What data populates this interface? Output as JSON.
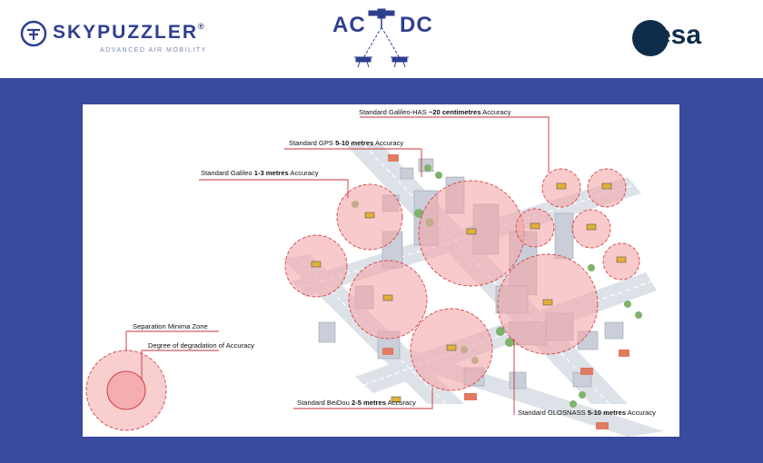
{
  "header": {
    "left_logo": {
      "name": "SKYPUZZLER",
      "registered": "®",
      "tagline": "ADVANCED AIR MOBILITY"
    },
    "center_logo": {
      "left": "AC",
      "right": "DC"
    },
    "right_logo": {
      "name": "esa"
    }
  },
  "diagram": {
    "labels": {
      "galileo_has": {
        "prefix": "Standard Galileo-HAS ",
        "bold": "~20 centimetres",
        "suffix": " Accuracy"
      },
      "gps": {
        "prefix": "Standard GPS ",
        "bold": "5-10 metres",
        "suffix": " Accuracy"
      },
      "galileo": {
        "prefix": "Standard Galileo ",
        "bold": "1-3 metres",
        "suffix": " Accuracy"
      },
      "beidou": {
        "prefix": "Standard BeiDou ",
        "bold": "2-5 metres",
        "suffix": " Accuracy"
      },
      "glonass": {
        "prefix": "Standard GLOSNASS ",
        "bold": "5-10 metres",
        "suffix": " Accuracy"
      }
    },
    "legend": {
      "separation": "Separation Minima Zone",
      "degradation": "Degree of degradation of Accuracy"
    },
    "colors": {
      "zone_fill": "#f3a6a8",
      "zone_stroke": "#d9434a",
      "leader": "#c8323a",
      "background": "#3a4a9c"
    }
  }
}
